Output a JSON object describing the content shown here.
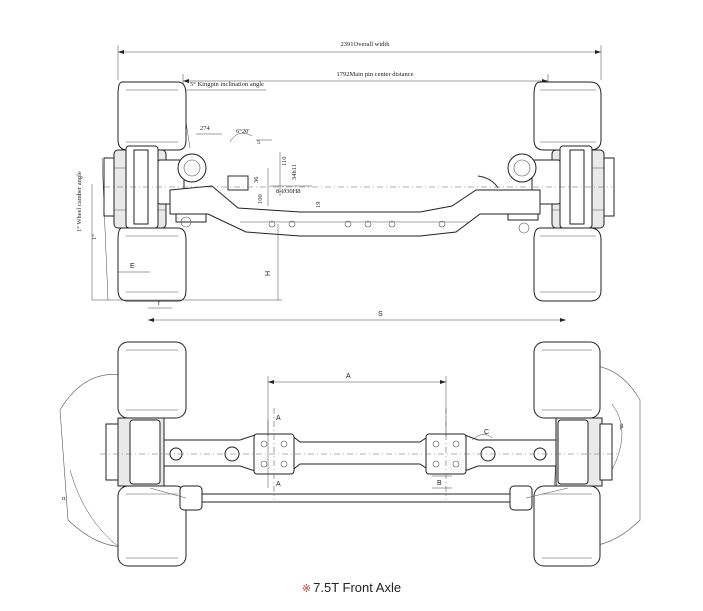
{
  "caption": {
    "mark": "※",
    "title": "7.5T Front Axle"
  },
  "front_view": {
    "overall_width": "2391Overall width",
    "pin_center_distance": "1792Main pin center distance",
    "kingpin_angle": "5° Kingpin inclination angle",
    "camber_angle": "1° Wheel camber angle",
    "dim_274": "274",
    "dim_angle": "6°20'",
    "dim_5": "5",
    "dim_110": "110",
    "dim_36": "36",
    "dim_100": "100",
    "dim_34h11": "34h11",
    "dim_hole": "8-Ø30H8",
    "dim_19": "19",
    "dim_E": "E",
    "dim_H": "H",
    "dim_r": "r",
    "dim_S": "S",
    "dim_vert": "1°"
  },
  "top_view": {
    "dim_A_top": "A",
    "dim_A_left1": "A",
    "dim_A_left2": "A",
    "dim_B": "B",
    "dim_C": "C",
    "dim_beta": "β",
    "dim_alpha": "α"
  }
}
